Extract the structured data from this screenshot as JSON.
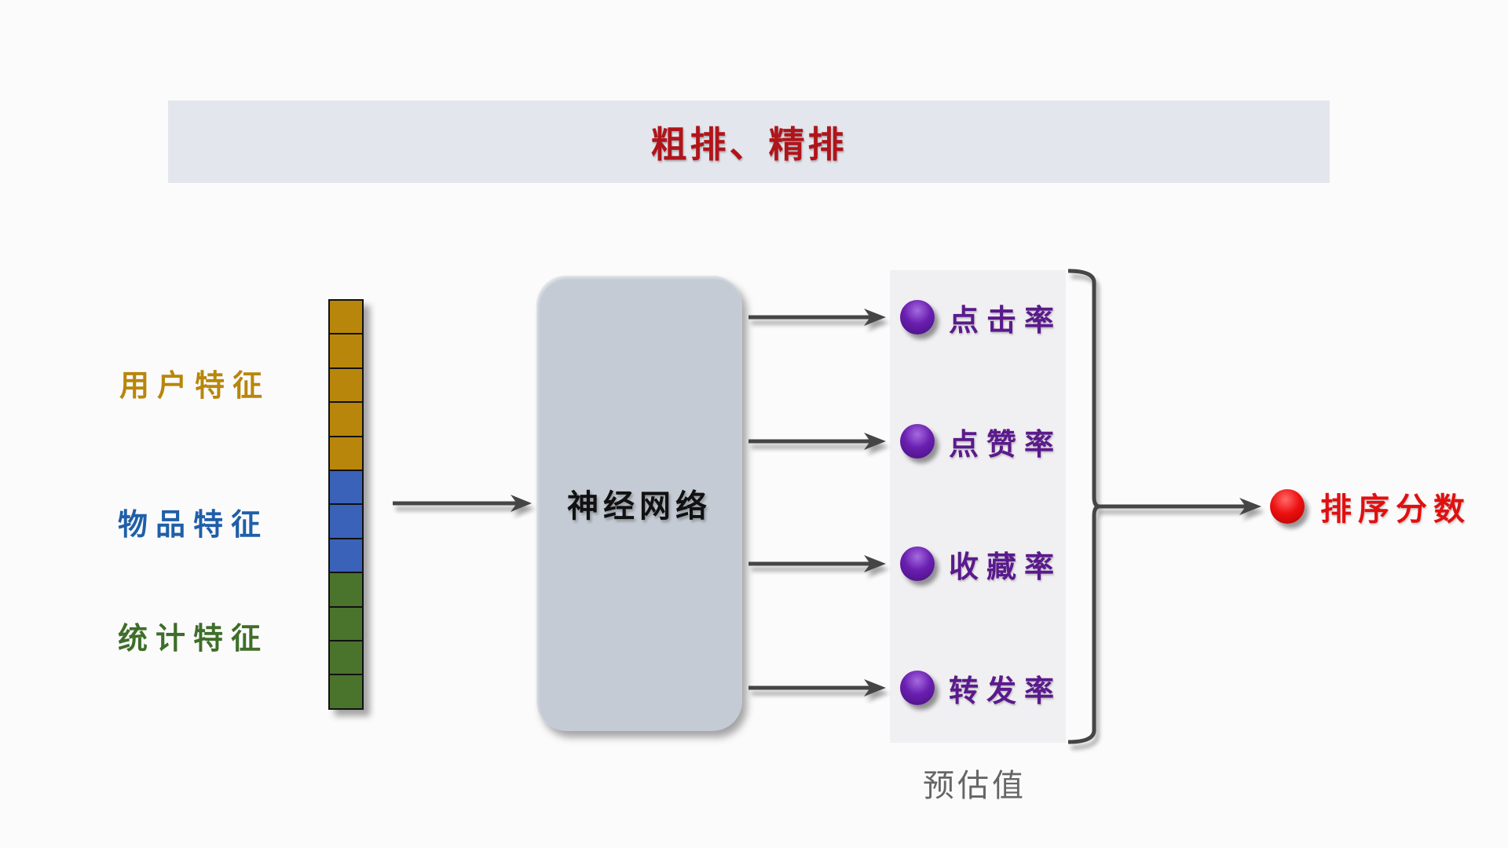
{
  "title": "粗排、精排",
  "features": {
    "labels": [
      {
        "text": "用户特征",
        "color": "#b8860b"
      },
      {
        "text": "物品特征",
        "color": "#1f5fa8"
      },
      {
        "text": "统计特征",
        "color": "#3f6e2a"
      }
    ],
    "vector_cells": [
      {
        "group": "user",
        "color": "#b8860b"
      },
      {
        "group": "user",
        "color": "#b8860b"
      },
      {
        "group": "user",
        "color": "#b8860b"
      },
      {
        "group": "user",
        "color": "#b8860b"
      },
      {
        "group": "user",
        "color": "#b8860b"
      },
      {
        "group": "item",
        "color": "#3a62b8"
      },
      {
        "group": "item",
        "color": "#3a62b8"
      },
      {
        "group": "item",
        "color": "#3a62b8"
      },
      {
        "group": "stat",
        "color": "#4a732c"
      },
      {
        "group": "stat",
        "color": "#4a732c"
      },
      {
        "group": "stat",
        "color": "#4a732c"
      },
      {
        "group": "stat",
        "color": "#4a732c"
      }
    ]
  },
  "model": {
    "label": "神经网络"
  },
  "outputs": {
    "items": [
      {
        "label": "点击率"
      },
      {
        "label": "点赞率"
      },
      {
        "label": "收藏率"
      },
      {
        "label": "转发率"
      }
    ],
    "caption": "预估值",
    "ball_color": "#6a1fb0"
  },
  "result": {
    "label": "排序分数",
    "color": "#e01010"
  },
  "colors": {
    "arrow": "#444444",
    "title": "#b0141a",
    "title_band": "#e3e6ec",
    "model_box": "#c4cbd4"
  }
}
